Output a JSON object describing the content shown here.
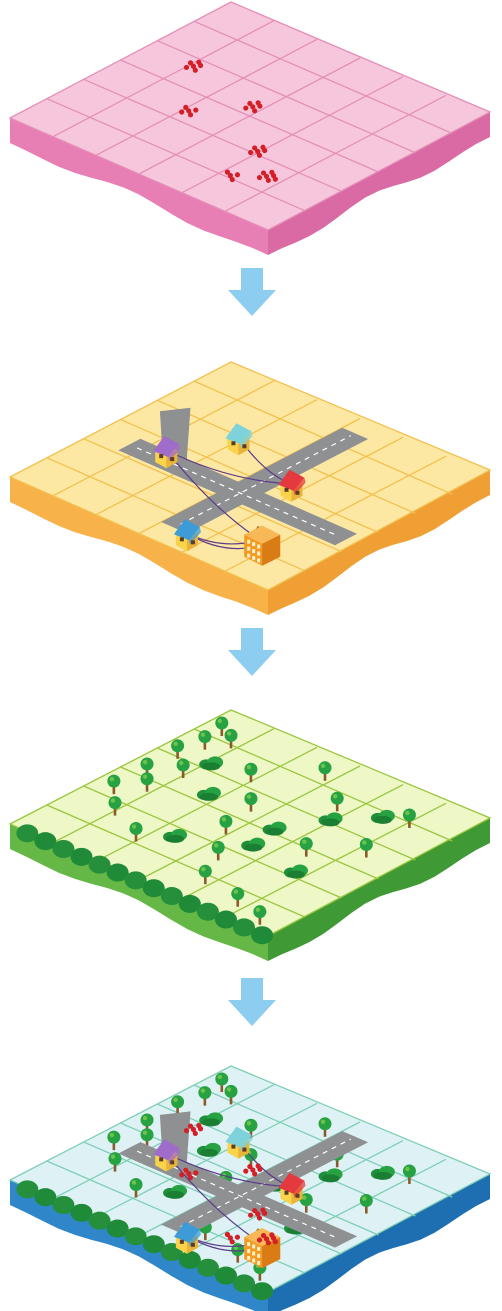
{
  "layers": [
    {
      "id": "points",
      "colors": {
        "top": "#f6c7dc",
        "grid": "#e58fb8",
        "side": "#e77fb5",
        "sideDark": "#d96aa4",
        "dot": "#d51f26"
      },
      "features": [
        "dot-clusters"
      ]
    },
    {
      "id": "roads-buildings",
      "colors": {
        "top": "#fde8a3",
        "grid": "#f3c04f",
        "side": "#f8b24a",
        "sideDark": "#ef9f33",
        "road": "#8e9092"
      },
      "features": [
        "roads",
        "houses",
        "office-building",
        "connection-lines"
      ],
      "house_colors": [
        "#7ed2da",
        "#e4393f",
        "#a06cc9",
        "#a9743f",
        "#3d9bd8"
      ],
      "office_color": "#f39a23"
    },
    {
      "id": "vegetation",
      "colors": {
        "top": "#eef7c6",
        "grid": "#9bc63f",
        "side": "#65b845",
        "sideDark": "#3f9a35",
        "tree": "#22a23b"
      },
      "features": [
        "trees",
        "bushes",
        "forest-edge"
      ]
    },
    {
      "id": "composite",
      "colors": {
        "top": "#def2f5",
        "grid": "#7fcfb6",
        "side": "#2f86c8",
        "sideDark": "#1e6fb1"
      },
      "features": [
        "dot-clusters",
        "roads",
        "houses",
        "office-building",
        "trees",
        "bushes",
        "forest-edge"
      ]
    }
  ],
  "arrows": {
    "count": 3,
    "color": "#8dcdf0",
    "direction": "down"
  }
}
